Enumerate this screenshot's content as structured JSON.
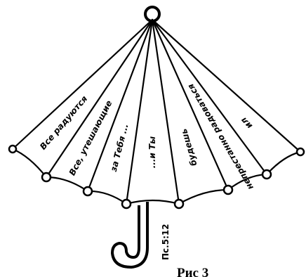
{
  "figure": {
    "panels": [
      "Все радуются",
      "Все, утешающие",
      "за Тебя ...",
      "...и Ты",
      "будешь",
      "непрестанно радоваться",
      "ил"
    ],
    "handle_label": "Пс.5:12",
    "caption": "Рис 3"
  }
}
